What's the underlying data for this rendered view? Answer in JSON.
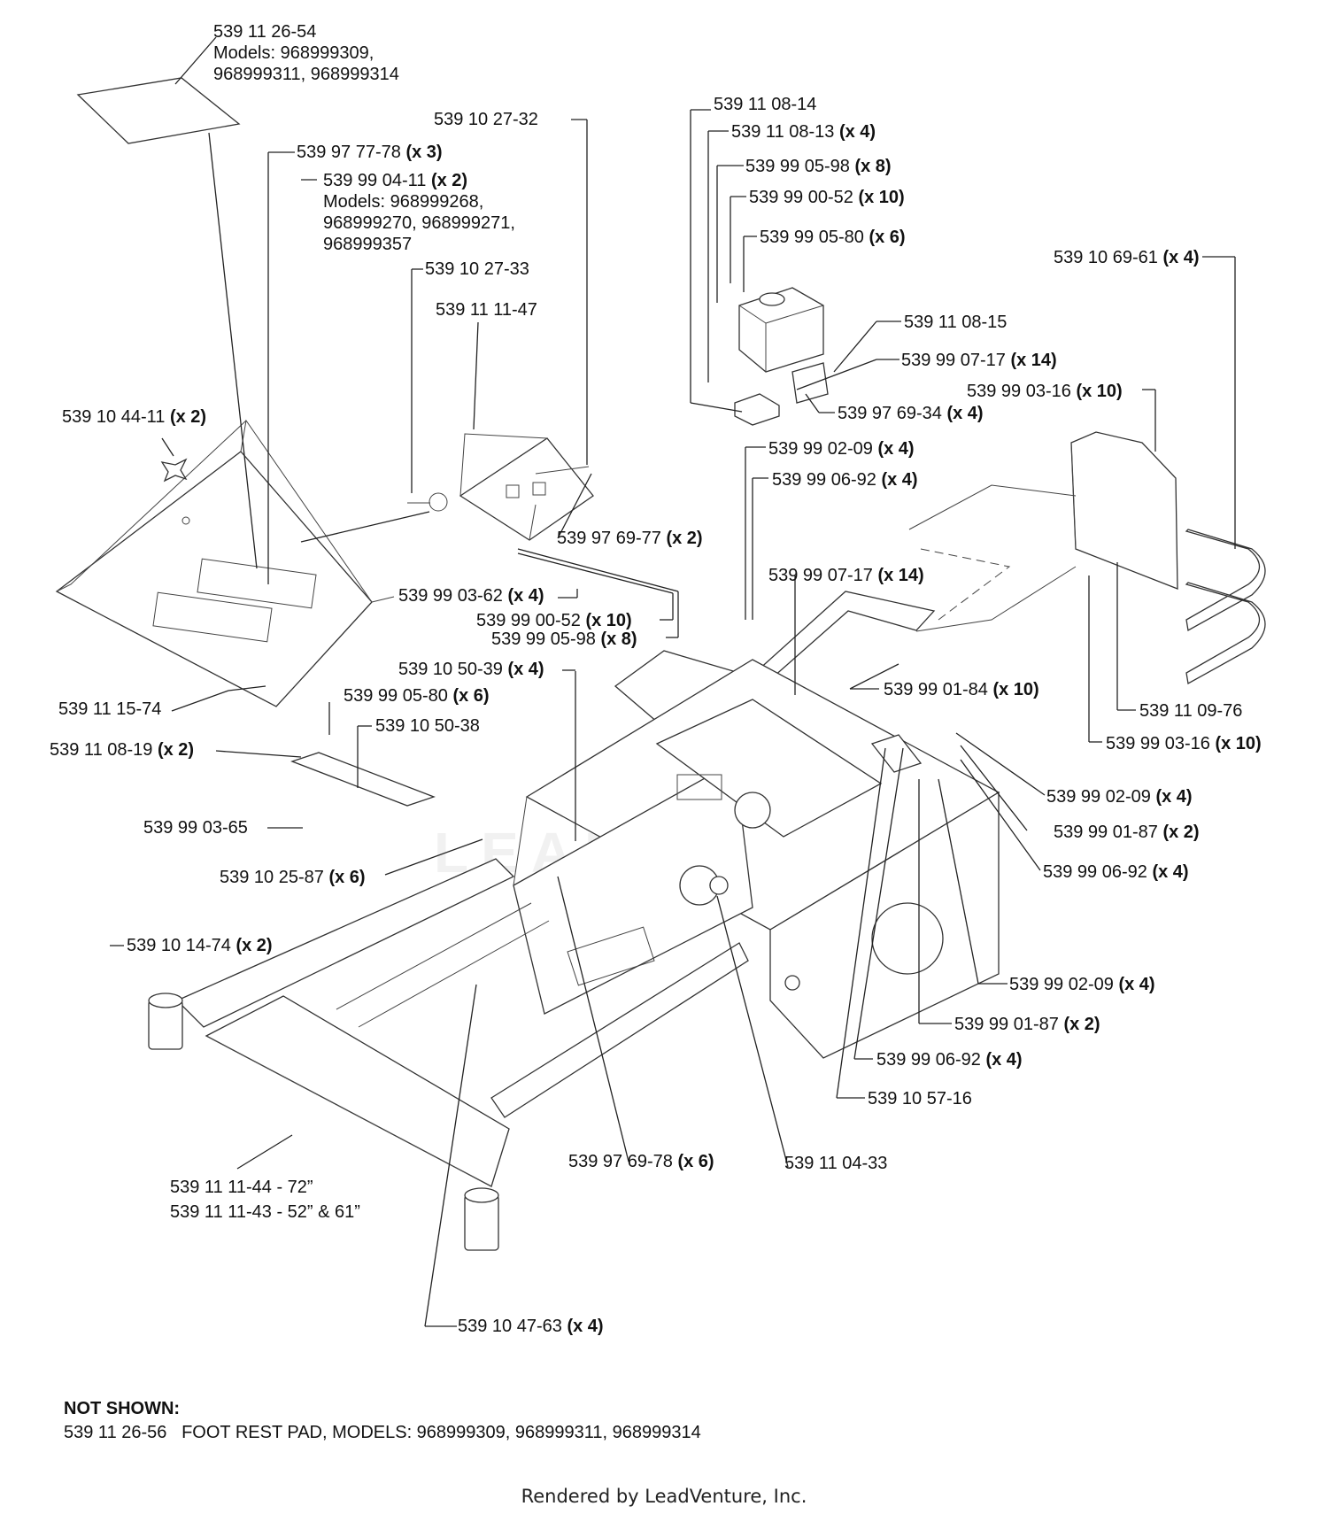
{
  "callouts": [
    {
      "id": "c1",
      "lines": [
        "539 11 26-54",
        "Models: 968999309,",
        "968999311, 968999314"
      ]
    },
    {
      "id": "c2",
      "lines": [
        "539 10 27-32"
      ]
    },
    {
      "id": "c3",
      "lines": [
        "539 97 77-78"
      ],
      "qty": "(x 3)"
    },
    {
      "id": "c4",
      "lines": [
        "539 99 04-11",
        "Models: 968999268,",
        "968999270, 968999271,",
        "968999357"
      ],
      "qty": "(x 2)"
    },
    {
      "id": "c5",
      "lines": [
        "539 10 27-33"
      ]
    },
    {
      "id": "c6",
      "lines": [
        "539 11 11-47"
      ]
    },
    {
      "id": "c7",
      "lines": [
        "539 10 44-11"
      ],
      "qty": "(x 2)"
    },
    {
      "id": "c8",
      "lines": [
        "539 97 69-77"
      ],
      "qty": "(x 2)"
    },
    {
      "id": "c9",
      "lines": [
        "539 99 03-62"
      ],
      "qty": "(x 4)"
    },
    {
      "id": "c10",
      "lines": [
        "539 99 00-52"
      ],
      "qty": "(x 10)"
    },
    {
      "id": "c11",
      "lines": [
        "539 99 05-98"
      ],
      "qty": "(x 8)"
    },
    {
      "id": "c12",
      "lines": [
        "539 10 50-39"
      ],
      "qty": "(x 4)"
    },
    {
      "id": "c13",
      "lines": [
        "539 99 05-80"
      ],
      "qty": "(x 6)"
    },
    {
      "id": "c14",
      "lines": [
        "539 11 15-74"
      ]
    },
    {
      "id": "c15",
      "lines": [
        "539 10 50-38"
      ]
    },
    {
      "id": "c16",
      "lines": [
        "539 11 08-19"
      ],
      "qty": "(x 2)"
    },
    {
      "id": "c17",
      "lines": [
        "539 99 03-65"
      ]
    },
    {
      "id": "c18",
      "lines": [
        "539 10 25-87"
      ],
      "qty": "(x 6)"
    },
    {
      "id": "c19",
      "lines": [
        "539 10 14-74"
      ],
      "qty": "(x 2)"
    },
    {
      "id": "c20",
      "lines": [
        "539 11 11-44 - 72”",
        "539 11 11-43 - 52” & 61”"
      ]
    },
    {
      "id": "c21",
      "lines": [
        "539 97 69-78"
      ],
      "qty": "(x 6)"
    },
    {
      "id": "c22",
      "lines": [
        "539 11 04-33"
      ]
    },
    {
      "id": "c23",
      "lines": [
        "539 10 47-63"
      ],
      "qty": "(x 4)"
    },
    {
      "id": "c24",
      "lines": [
        "539 11 08-14"
      ]
    },
    {
      "id": "c25",
      "lines": [
        "539 11 08-13"
      ],
      "qty": "(x 4)"
    },
    {
      "id": "c26",
      "lines": [
        "539 99 05-98"
      ],
      "qty": "(x 8)"
    },
    {
      "id": "c27",
      "lines": [
        "539 99 00-52"
      ],
      "qty": "(x 10)"
    },
    {
      "id": "c28",
      "lines": [
        "539 99 05-80"
      ],
      "qty": "(x 6)"
    },
    {
      "id": "c29",
      "lines": [
        "539 11 08-15"
      ]
    },
    {
      "id": "c30",
      "lines": [
        "539 99 07-17"
      ],
      "qty": "(x 14)"
    },
    {
      "id": "c31",
      "lines": [
        "539 97 69-34"
      ],
      "qty": "(x 4)"
    },
    {
      "id": "c32",
      "lines": [
        "539 10 69-61"
      ],
      "qty": "(x 4)"
    },
    {
      "id": "c33",
      "lines": [
        "539 99 03-16"
      ],
      "qty": "(x 10)"
    },
    {
      "id": "c34",
      "lines": [
        "539 99 02-09"
      ],
      "qty": "(x 4)"
    },
    {
      "id": "c35",
      "lines": [
        "539 99 06-92"
      ],
      "qty": "(x 4)"
    },
    {
      "id": "c36",
      "lines": [
        "539 99 07-17"
      ],
      "qty": "(x 14)"
    },
    {
      "id": "c37",
      "lines": [
        "539 99 01-84"
      ],
      "qty": "(x 10)"
    },
    {
      "id": "c38",
      "lines": [
        "539 11 09-76"
      ]
    },
    {
      "id": "c39",
      "lines": [
        "539 99 03-16"
      ],
      "qty": "(x 10)"
    },
    {
      "id": "c40",
      "lines": [
        "539 99 02-09"
      ],
      "qty": "(x 4)"
    },
    {
      "id": "c41",
      "lines": [
        "539 99 01-87"
      ],
      "qty": "(x 2)"
    },
    {
      "id": "c42",
      "lines": [
        "539 99 06-92"
      ],
      "qty": "(x 4)"
    },
    {
      "id": "c43",
      "lines": [
        "539 99 02-09"
      ],
      "qty": "(x 4)"
    },
    {
      "id": "c44",
      "lines": [
        "539 99 01-87"
      ],
      "qty": "(x 2)"
    },
    {
      "id": "c45",
      "lines": [
        "539 99 06-92"
      ],
      "qty": "(x 4)"
    },
    {
      "id": "c46",
      "lines": [
        "539 10 57-16"
      ]
    }
  ],
  "not_shown": {
    "title": "NOT SHOWN:",
    "part": "539 11 26-56",
    "description": "FOOT REST PAD, MODELS: 968999309, 968999311, 968999314"
  },
  "footer": "Rendered by LeadVenture, Inc.",
  "watermark": "LEADVENTURE"
}
